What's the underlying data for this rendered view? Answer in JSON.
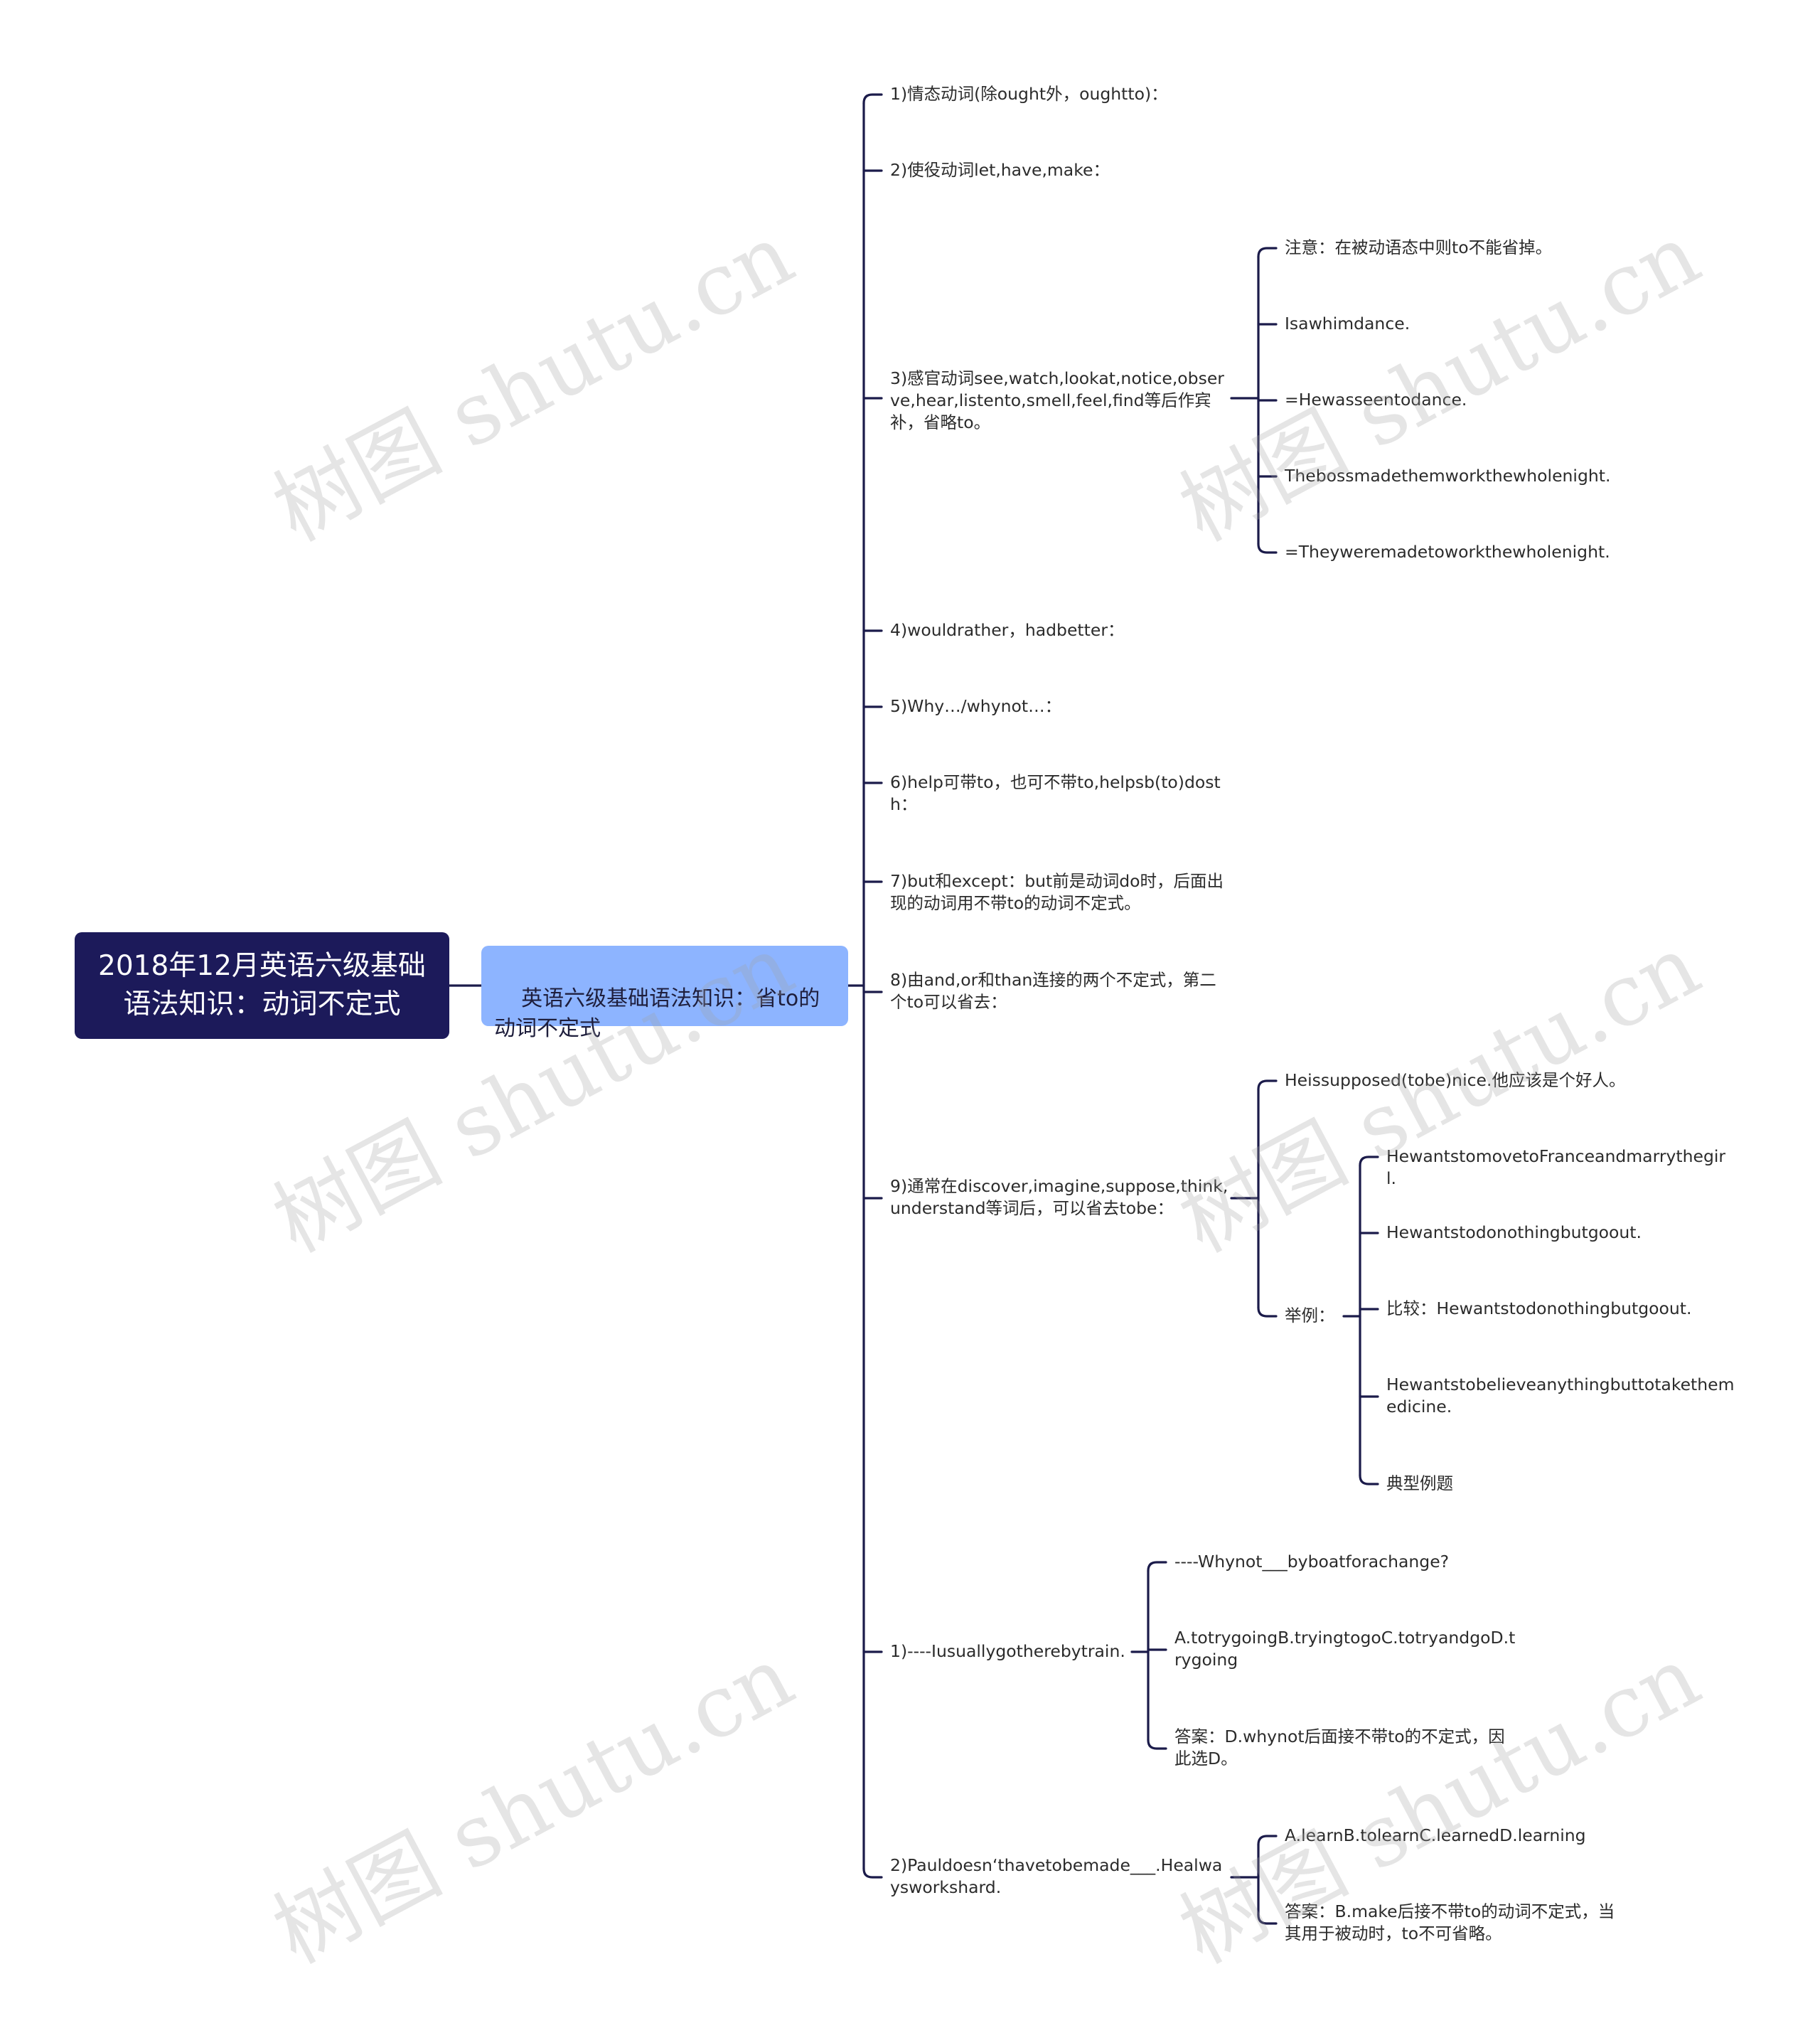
{
  "watermark_text": "树图 shutu.cn",
  "colors": {
    "root_bg": "#1c1a5a",
    "sub_bg": "#8db4ff",
    "line": "#1b1b4a"
  },
  "root": {
    "label": "2018年12月英语六级基础语法知识：动词不定式"
  },
  "main": {
    "label": "英语六级基础语法知识：省to的动词不定式"
  },
  "items": [
    {
      "label": "1)情态动词(除ought外，oughtto)："
    },
    {
      "label": "2)使役动词let,have,make："
    },
    {
      "label": "3)感官动词see,watch,lookat,notice,observe,hear,listento,smell,feel,find等后作宾补，省略to。",
      "children": [
        {
          "label": "注意：在被动语态中则to不能省掉。"
        },
        {
          "label": "Isawhimdance."
        },
        {
          "label": "=Hewasseentodance."
        },
        {
          "label": "Thebossmadethemworkthewholenight."
        },
        {
          "label": "=Theyweremadetoworkthewholenight."
        }
      ]
    },
    {
      "label": "4)wouldrather，hadbetter："
    },
    {
      "label": "5)Why…/whynot…："
    },
    {
      "label": "6)help可带to，也可不带to,helpsb(to)dosth："
    },
    {
      "label": "7)but和except：but前是动词do时，后面出现的动词用不带to的动词不定式。"
    },
    {
      "label": "8)由and,or和than连接的两个不定式，第二个to可以省去："
    },
    {
      "label": "9)通常在discover,imagine,suppose,think,understand等词后，可以省去tobe：",
      "children": [
        {
          "label": "Heissupposed(tobe)nice.他应该是个好人。"
        },
        {
          "label": "举例：",
          "children": [
            {
              "label": "HewantstomovetoFranceandmarrythegirl."
            },
            {
              "label": "Hewantstodonothingbutgoout."
            },
            {
              "label": "比较：Hewantstodonothingbutgoout."
            },
            {
              "label": "Hewantstobelieveanythingbuttotakethemedicine."
            },
            {
              "label": "典型例题"
            }
          ]
        }
      ]
    },
    {
      "label": "1)----Iusuallygotherebytrain.",
      "children": [
        {
          "label": "----Whynot___byboatforachange?"
        },
        {
          "label": "A.totrygoingB.tryingtogoC.totryandgoD.trygoing"
        },
        {
          "label": "答案：D.whynot后面接不带to的不定式，因此选D。"
        }
      ]
    },
    {
      "label": "2)Pauldoesn‘thavetobemade___.Healwaysworkshard.",
      "children": [
        {
          "label": "A.learnB.tolearnC.learnedD.learning"
        },
        {
          "label": "答案：B.make后接不带to的动词不定式，当其用于被动时，to不可省略。"
        }
      ]
    }
  ]
}
